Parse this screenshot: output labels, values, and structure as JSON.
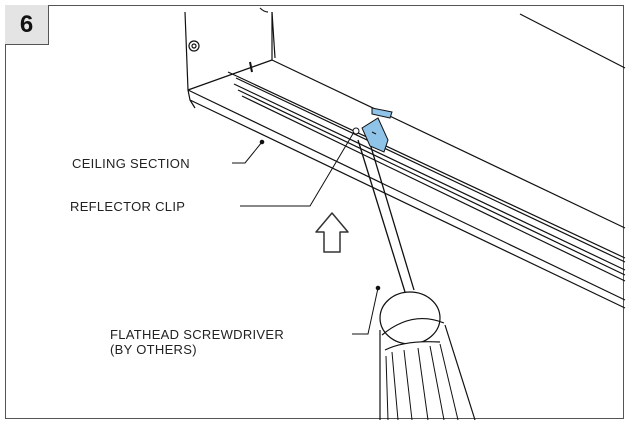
{
  "step": {
    "number": "6"
  },
  "labels": {
    "ceiling_section": "CEILING SECTION",
    "reflector_clip": "REFLECTOR CLIP",
    "screwdriver_line1": "FLATHEAD SCREWDRIVER",
    "screwdriver_line2": "(BY OTHERS)"
  },
  "colors": {
    "clip": "#8fc3e8",
    "line": "#111111",
    "arrow": "#ffffff",
    "badge_bg": "#e4e4e4"
  },
  "icons": {
    "direction_arrow": "up-arrow-icon"
  }
}
